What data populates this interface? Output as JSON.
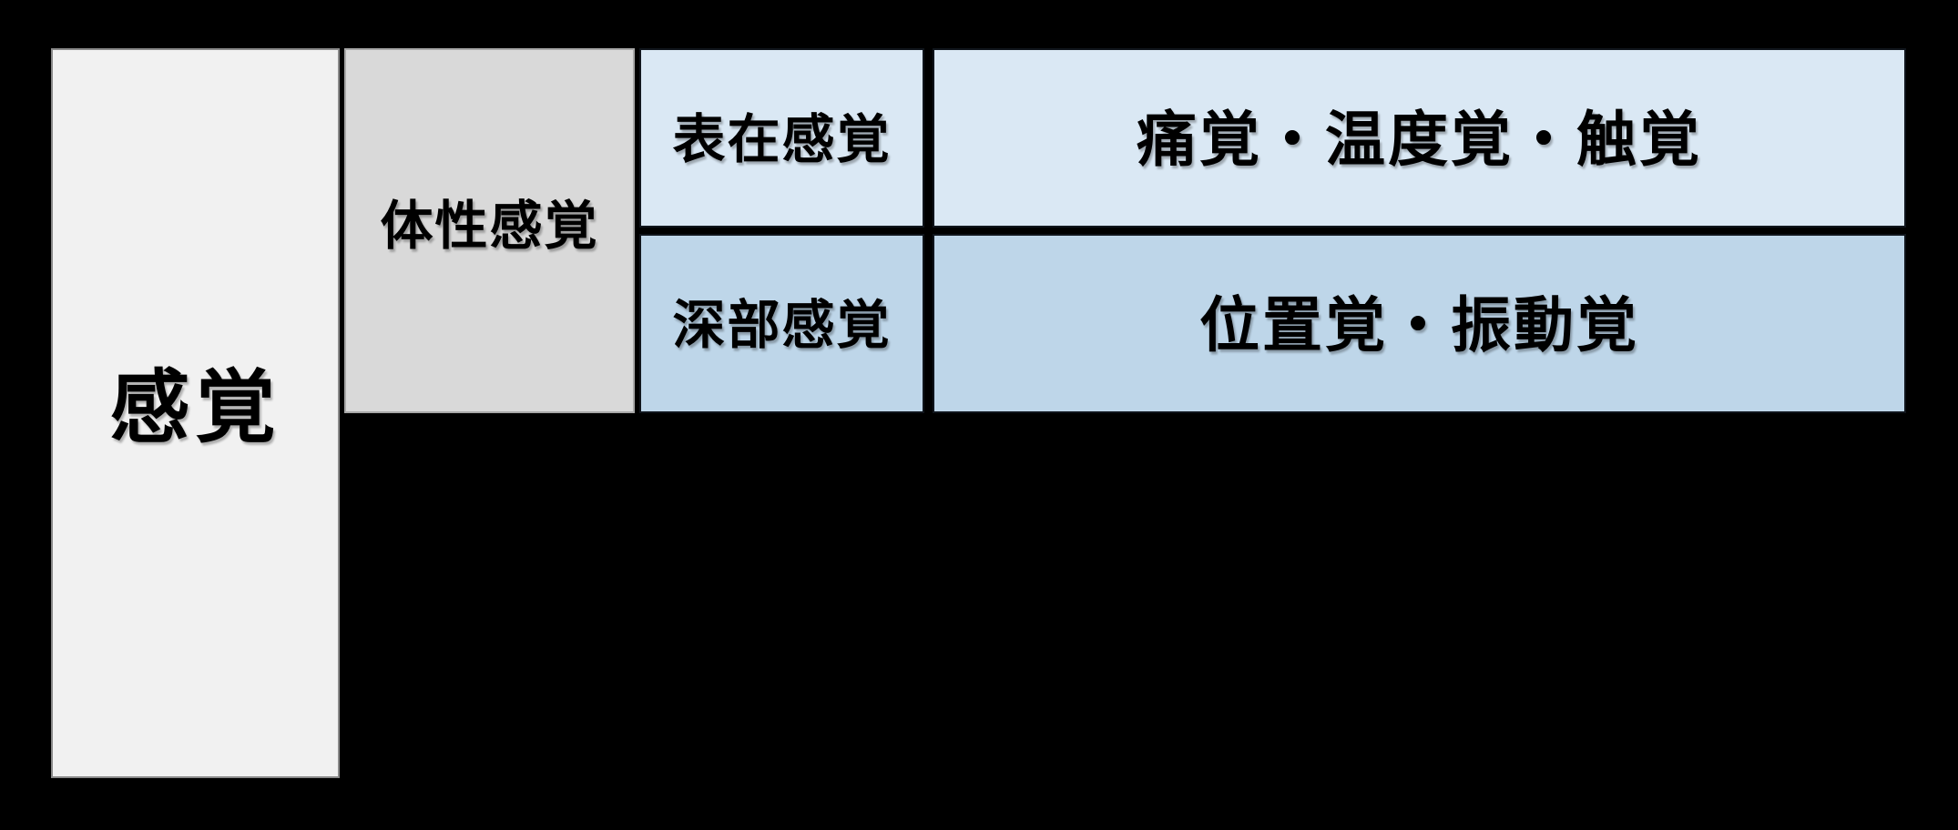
{
  "page": {
    "kind": "sensory-classification-table",
    "background": "#000000"
  },
  "table": {
    "root": {
      "label": "感覚"
    },
    "branch": {
      "label": "体性感覚"
    },
    "rows": [
      {
        "category": "表在感覚",
        "modalities": "痛覚・温度覚・触覚"
      },
      {
        "category": "深部感覚",
        "modalities": "位置覚・振動覚"
      }
    ],
    "colors": {
      "background": "#000000",
      "root_bg": "#f1f1f1",
      "branch_bg": "#d9d9d9",
      "superficial_row_bg": "#dae8f4",
      "deep_row_bg": "#bed6e9",
      "cell_border_dark": "#10151c",
      "text": "#000000"
    }
  }
}
